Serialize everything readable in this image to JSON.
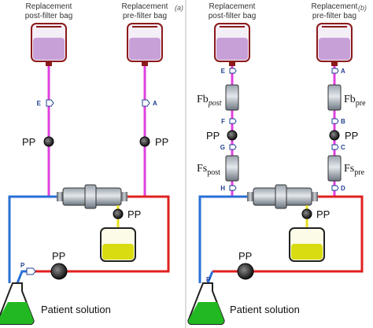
{
  "panels": [
    {
      "letter": "(a)",
      "post_bag_label": [
        "Replacement",
        "post-filter bag"
      ],
      "pre_bag_label": [
        "Replacement",
        "pre-filter bag"
      ],
      "post_connector": "E",
      "pre_connector": "A",
      "pump_label": "PP",
      "patient_label": "Patient solution",
      "patient_connector": "P"
    },
    {
      "letter": "(b)",
      "post_bag_label": [
        "Replacement",
        "post-filter bag"
      ],
      "pre_bag_label": [
        "Replacement",
        "pre-filter bag"
      ],
      "post_connectors": [
        "E",
        "F",
        "G",
        "H"
      ],
      "pre_connectors": [
        "A",
        "B",
        "C",
        "D"
      ],
      "filters": {
        "fb_post": {
          "main": "Fb",
          "sub": "post"
        },
        "fs_post": {
          "main": "Fs",
          "sub": "post"
        },
        "fb_pre": {
          "main": "Fb",
          "sub": "pre"
        },
        "fs_pre": {
          "main": "Fs",
          "sub": "pre"
        }
      },
      "pump_label": "PP",
      "patient_label": "Patient solution",
      "patient_connector": "P"
    }
  ],
  "colors": {
    "replacement_line": "#e040e0",
    "arterial_line": "#2a6fd6",
    "venous_line": "#e02020",
    "effluent_line": "#e8e020",
    "bag_fluid": "#c8a0d8",
    "bag_frame": "#8b1a1a",
    "effluent_fluid": "#d8dc10",
    "patient_fluid": "#22b822"
  }
}
